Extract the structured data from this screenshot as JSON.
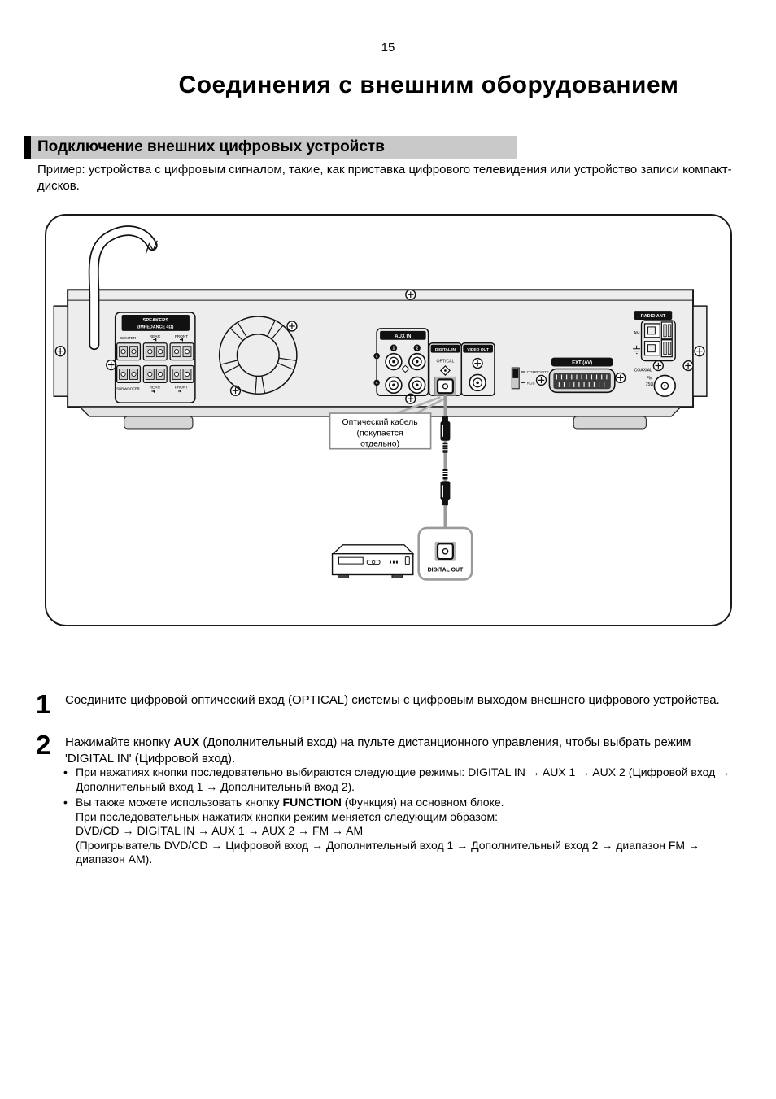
{
  "page": {
    "number": "15",
    "title": "Соединения с внешним оборудованием"
  },
  "section": {
    "heading": "Подключение внешних цифровых устройств",
    "intro": "Пример: устройства с цифровым сигналом, такие, как приставка цифрового телевидения или устройство записи компакт-дисков."
  },
  "diagram": {
    "speakers": {
      "h1": "SPEAKERS",
      "h2": "(IMPEDANCE 4Ω)",
      "top": [
        "CENTER",
        "REAR",
        "FRONT"
      ],
      "bottom": [
        "SUBWOOFER",
        "REAR",
        "FRONT"
      ]
    },
    "aux": {
      "header": "AUX IN",
      "n1": "1",
      "n2": "2",
      "l": "L",
      "r": "R"
    },
    "digital_in": {
      "header": "DIGITAL IN",
      "label": "OPTICAL"
    },
    "video_out": {
      "header": "VIDEO OUT"
    },
    "switch": {
      "composite": "COMPOSITE",
      "rgb": "RGB"
    },
    "ext_av": {
      "header": "EXT (AV)"
    },
    "radio": {
      "header": "RADIO ANT",
      "am": "AM",
      "coaxial": "COAXIAL",
      "fm": "FM",
      "ohm": "75Ω"
    },
    "callout": {
      "line1": "Оптический кабель",
      "line2": "(покупается",
      "line3": "отдельно)"
    },
    "digital_out": {
      "label": "DIGITAL OUT"
    }
  },
  "steps": {
    "one": {
      "number": "1",
      "text": "Соедините цифровой оптический вход (OPTICAL) системы с цифровым выходом внешнего цифрового устройства."
    },
    "two": {
      "number": "2",
      "pre": "Нажимайте кнопку ",
      "bold": "AUX",
      "post": " (Дополнительный вход) на пульте дистанционного управления, чтобы выбрать режим 'DIGITAL IN' (Цифровой вход)."
    }
  },
  "bullets": {
    "first": "При нажатиях кнопки последовательно выбираются следующие режимы: DIGITAL IN → AUX 1 → AUX 2 (Цифровой вход → Дополнительный вход 1 → Дополнительный вход 2).",
    "second": {
      "pre": "Вы также можете использовать кнопку ",
      "bold": "FUNCTION",
      "post": " (Функция) на основном блоке.",
      "line2": "При последовательных нажатиях кнопки режим меняется следующим образом:",
      "line3": "DVD/CD → DIGITAL IN → AUX 1 → AUX 2 → FM → AM",
      "line4": "(Проигрыватель DVD/CD → Цифровой вход → Дополнительный вход 1 → Дополнительный вход 2 → диапазон FM → диапазон АМ)."
    }
  }
}
